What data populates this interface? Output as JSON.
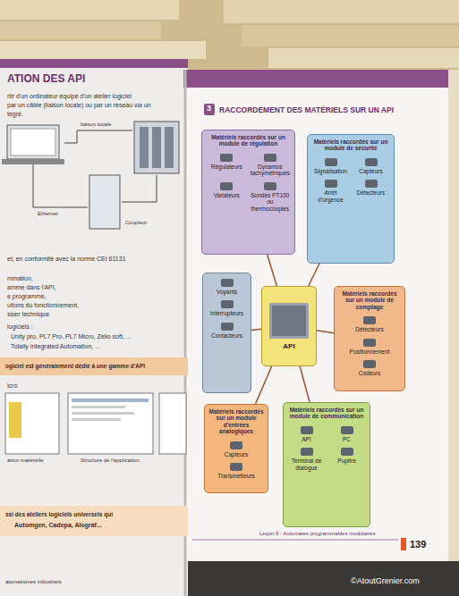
{
  "diagram": {
    "title": "RACCORDEMENT DES MATÉRIELS SUR UN API",
    "nodes": [
      {
        "text": [
          "Matériels raccordés sur un module de régulation",
          "Régulateurs",
          "Dynamos tachymétriques",
          "Variateurs",
          "Sondes PT100 ou thermocouples"
        ]
      },
      {
        "text": [
          "Matériels raccordés sur un module de sécurité",
          "Signalisation",
          "Capteurs",
          "Arrêt d'urgence",
          "Détecteurs"
        ]
      },
      {
        "text": [
          "Voyants",
          "Interrupteurs",
          "Contacteurs"
        ]
      },
      {
        "text": [
          "API"
        ]
      },
      {
        "text": [
          "Matériels raccordés sur un module de comptage",
          "Détecteurs",
          "Positionnement",
          "Codeurs"
        ]
      },
      {
        "text": [
          "Matériels raccordés sur un module de communication",
          "API",
          "PC",
          "Terminal de dialogue",
          "Pupitre"
        ]
      },
      {
        "text": [
          "Matériels raccordés sur un module d'entrées analogiques",
          "Capteurs",
          "Transmetteurs"
        ]
      }
    ],
    "edges": [
      {
        "from": 0,
        "to": 3,
        "arrow": "none"
      },
      {
        "from": 1,
        "to": 3,
        "arrow": "none"
      },
      {
        "from": 2,
        "to": 3,
        "arrow": "none"
      },
      {
        "from": 4,
        "to": 3,
        "arrow": "none"
      },
      {
        "from": 5,
        "to": 3,
        "arrow": "none"
      },
      {
        "from": 6,
        "to": 3,
        "arrow": "none"
      }
    ],
    "labels": [
      "ATION DES API",
      "rtir d'un ordinateur équipé d'un atelier logiciel",
      "par un câble (liaison locale) ou par un réseau via un",
      "tégré.",
      "liaison locale",
      "Ethernet",
      "Coupleur",
      "et, en conformité avec la norme CEI 61131",
      "mmation,",
      "amme dans l'API,",
      "e programme,",
      "utions du fonctionnement,",
      "ssier technique",
      "logiciels :",
      "Unity pro, PL7 Pro, PL7 Micro, Zelio soft, ...",
      "Totally Integrated Automation, ...",
      "ogiciel est généralement dédié à une gamme d'API",
      "icro",
      "Structure de l'application",
      "ation matérielle",
      "ssi des ateliers logiciels universels qui",
      "Automgen, Cadepa, Alograf...",
      "atomatismes industriels",
      "3",
      "Leçon 9 - Automates programmables modulaires",
      "139",
      "©AtoutGrenier.com"
    ]
  }
}
